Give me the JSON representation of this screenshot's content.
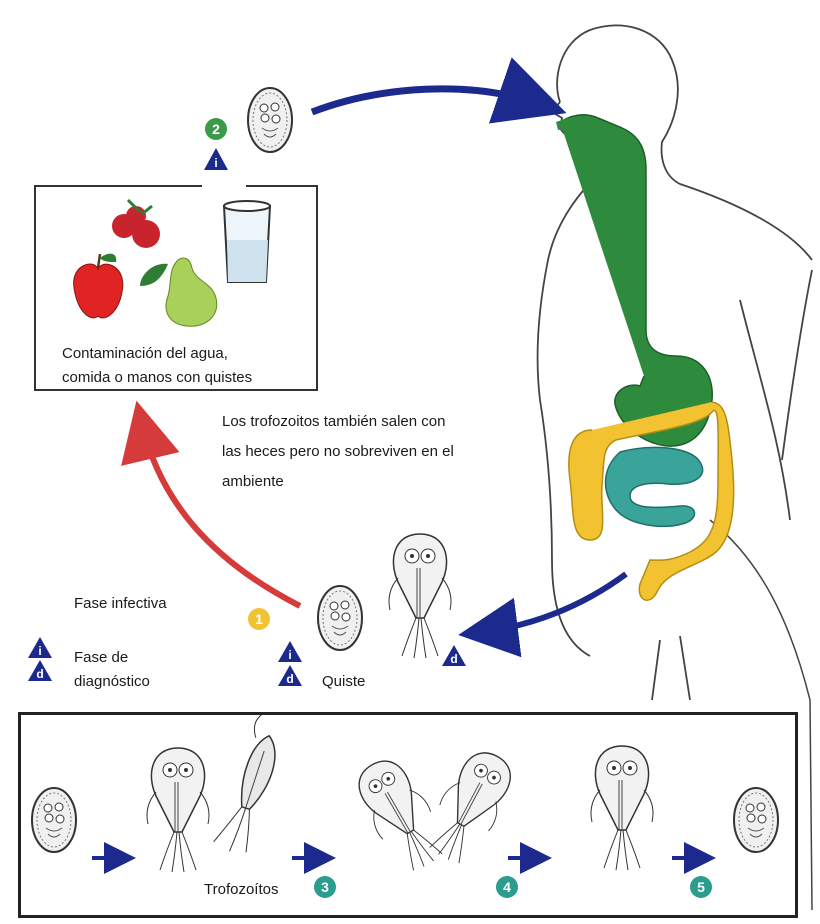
{
  "labels": {
    "contamination_line1": "Contaminación del agua,",
    "contamination_line2": "comida o manos con quistes",
    "trophozoites_note_line1": "Los trofozoitos también salen con",
    "trophozoites_note_line2": "las heces pero no sobreviven en el",
    "trophozoites_note_line3": "ambiente",
    "infective_phase": "Fase infectiva",
    "diagnostic_phase_line1": "Fase de",
    "diagnostic_phase_line2": "diagnóstico",
    "cyst": "Quiste",
    "trophozoites": "Trofozoítos"
  },
  "step_badges": {
    "step1": "1",
    "step2": "2",
    "step3": "3",
    "step4": "4",
    "step5": "5"
  },
  "stage_markers": {
    "infective": "i",
    "diagnostic": "d"
  },
  "colors": {
    "digestive_tract": "#2e8b3e",
    "large_intestine": "#f2c230",
    "small_intestine": "#3aa39a",
    "infective_arrow": "#d63b3b",
    "flow_arrow": "#1b2a8c",
    "marker_triangle": "#1b2a8c",
    "step1_badge": "#f1c232",
    "step2_badge": "#3a9a48",
    "steps_3_5_badge": "#2a9d8f"
  }
}
